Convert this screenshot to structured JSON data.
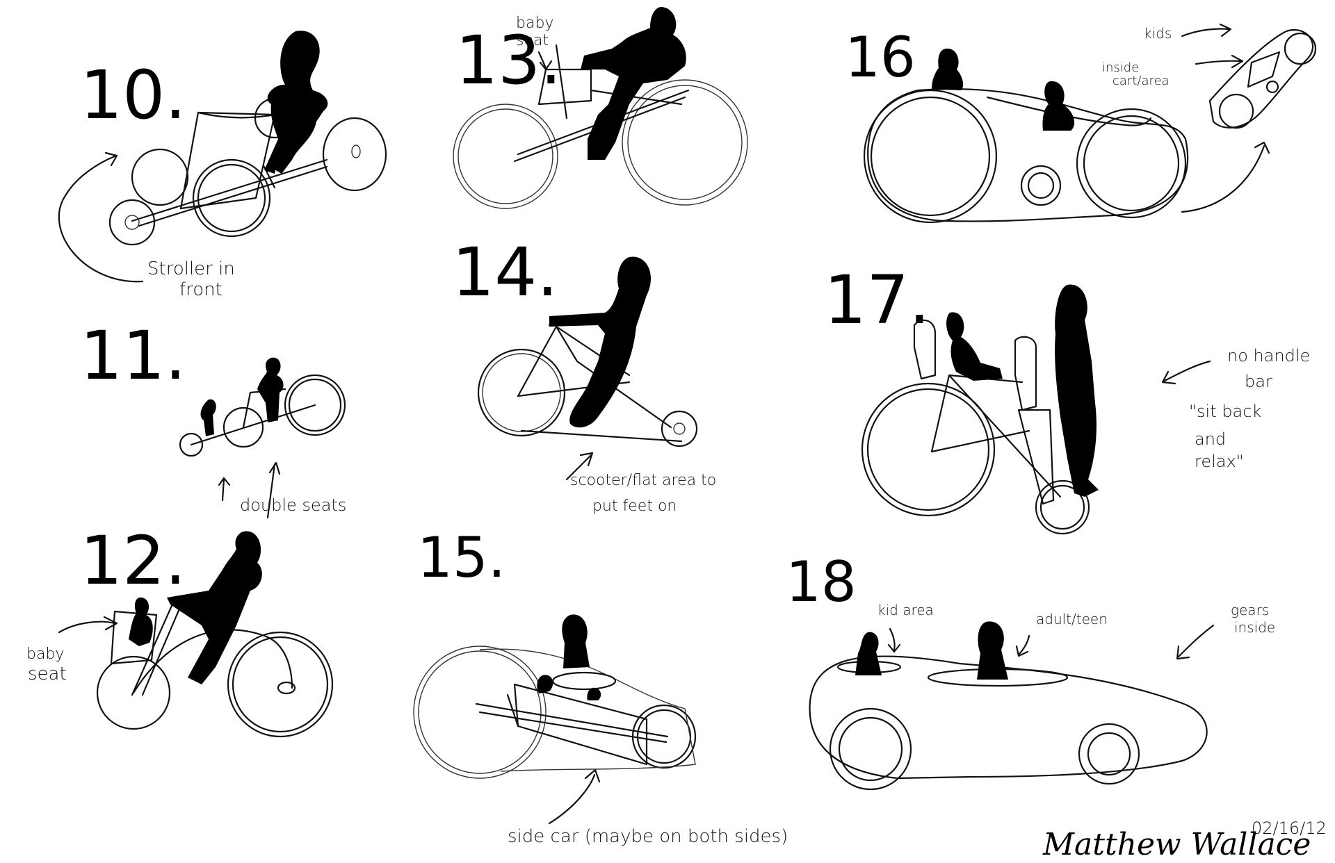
{
  "sketches": [
    {
      "number": "10.",
      "notes": [
        "Stroller in",
        "front"
      ]
    },
    {
      "number": "11.",
      "notes": [
        "double seats"
      ]
    },
    {
      "number": "12.",
      "notes": [
        "baby",
        "seat"
      ]
    },
    {
      "number": "13.",
      "notes": [
        "baby",
        "seat"
      ]
    },
    {
      "number": "14.",
      "notes": [
        "scooter/flat area to",
        "put feet on"
      ]
    },
    {
      "number": "15.",
      "notes": [
        "side car (maybe on both sides)"
      ]
    },
    {
      "number": "16",
      "notes": [
        "kids",
        "inside",
        "cart/area"
      ]
    },
    {
      "number": "17.",
      "notes": [
        "no handle",
        "bar",
        "\"sit back",
        "and",
        "relax\""
      ]
    },
    {
      "number": "18",
      "notes": [
        "kid area",
        "adult/teen",
        "gears",
        "inside"
      ]
    }
  ],
  "signature": "Matthew Wallace",
  "date": "02/16/12"
}
